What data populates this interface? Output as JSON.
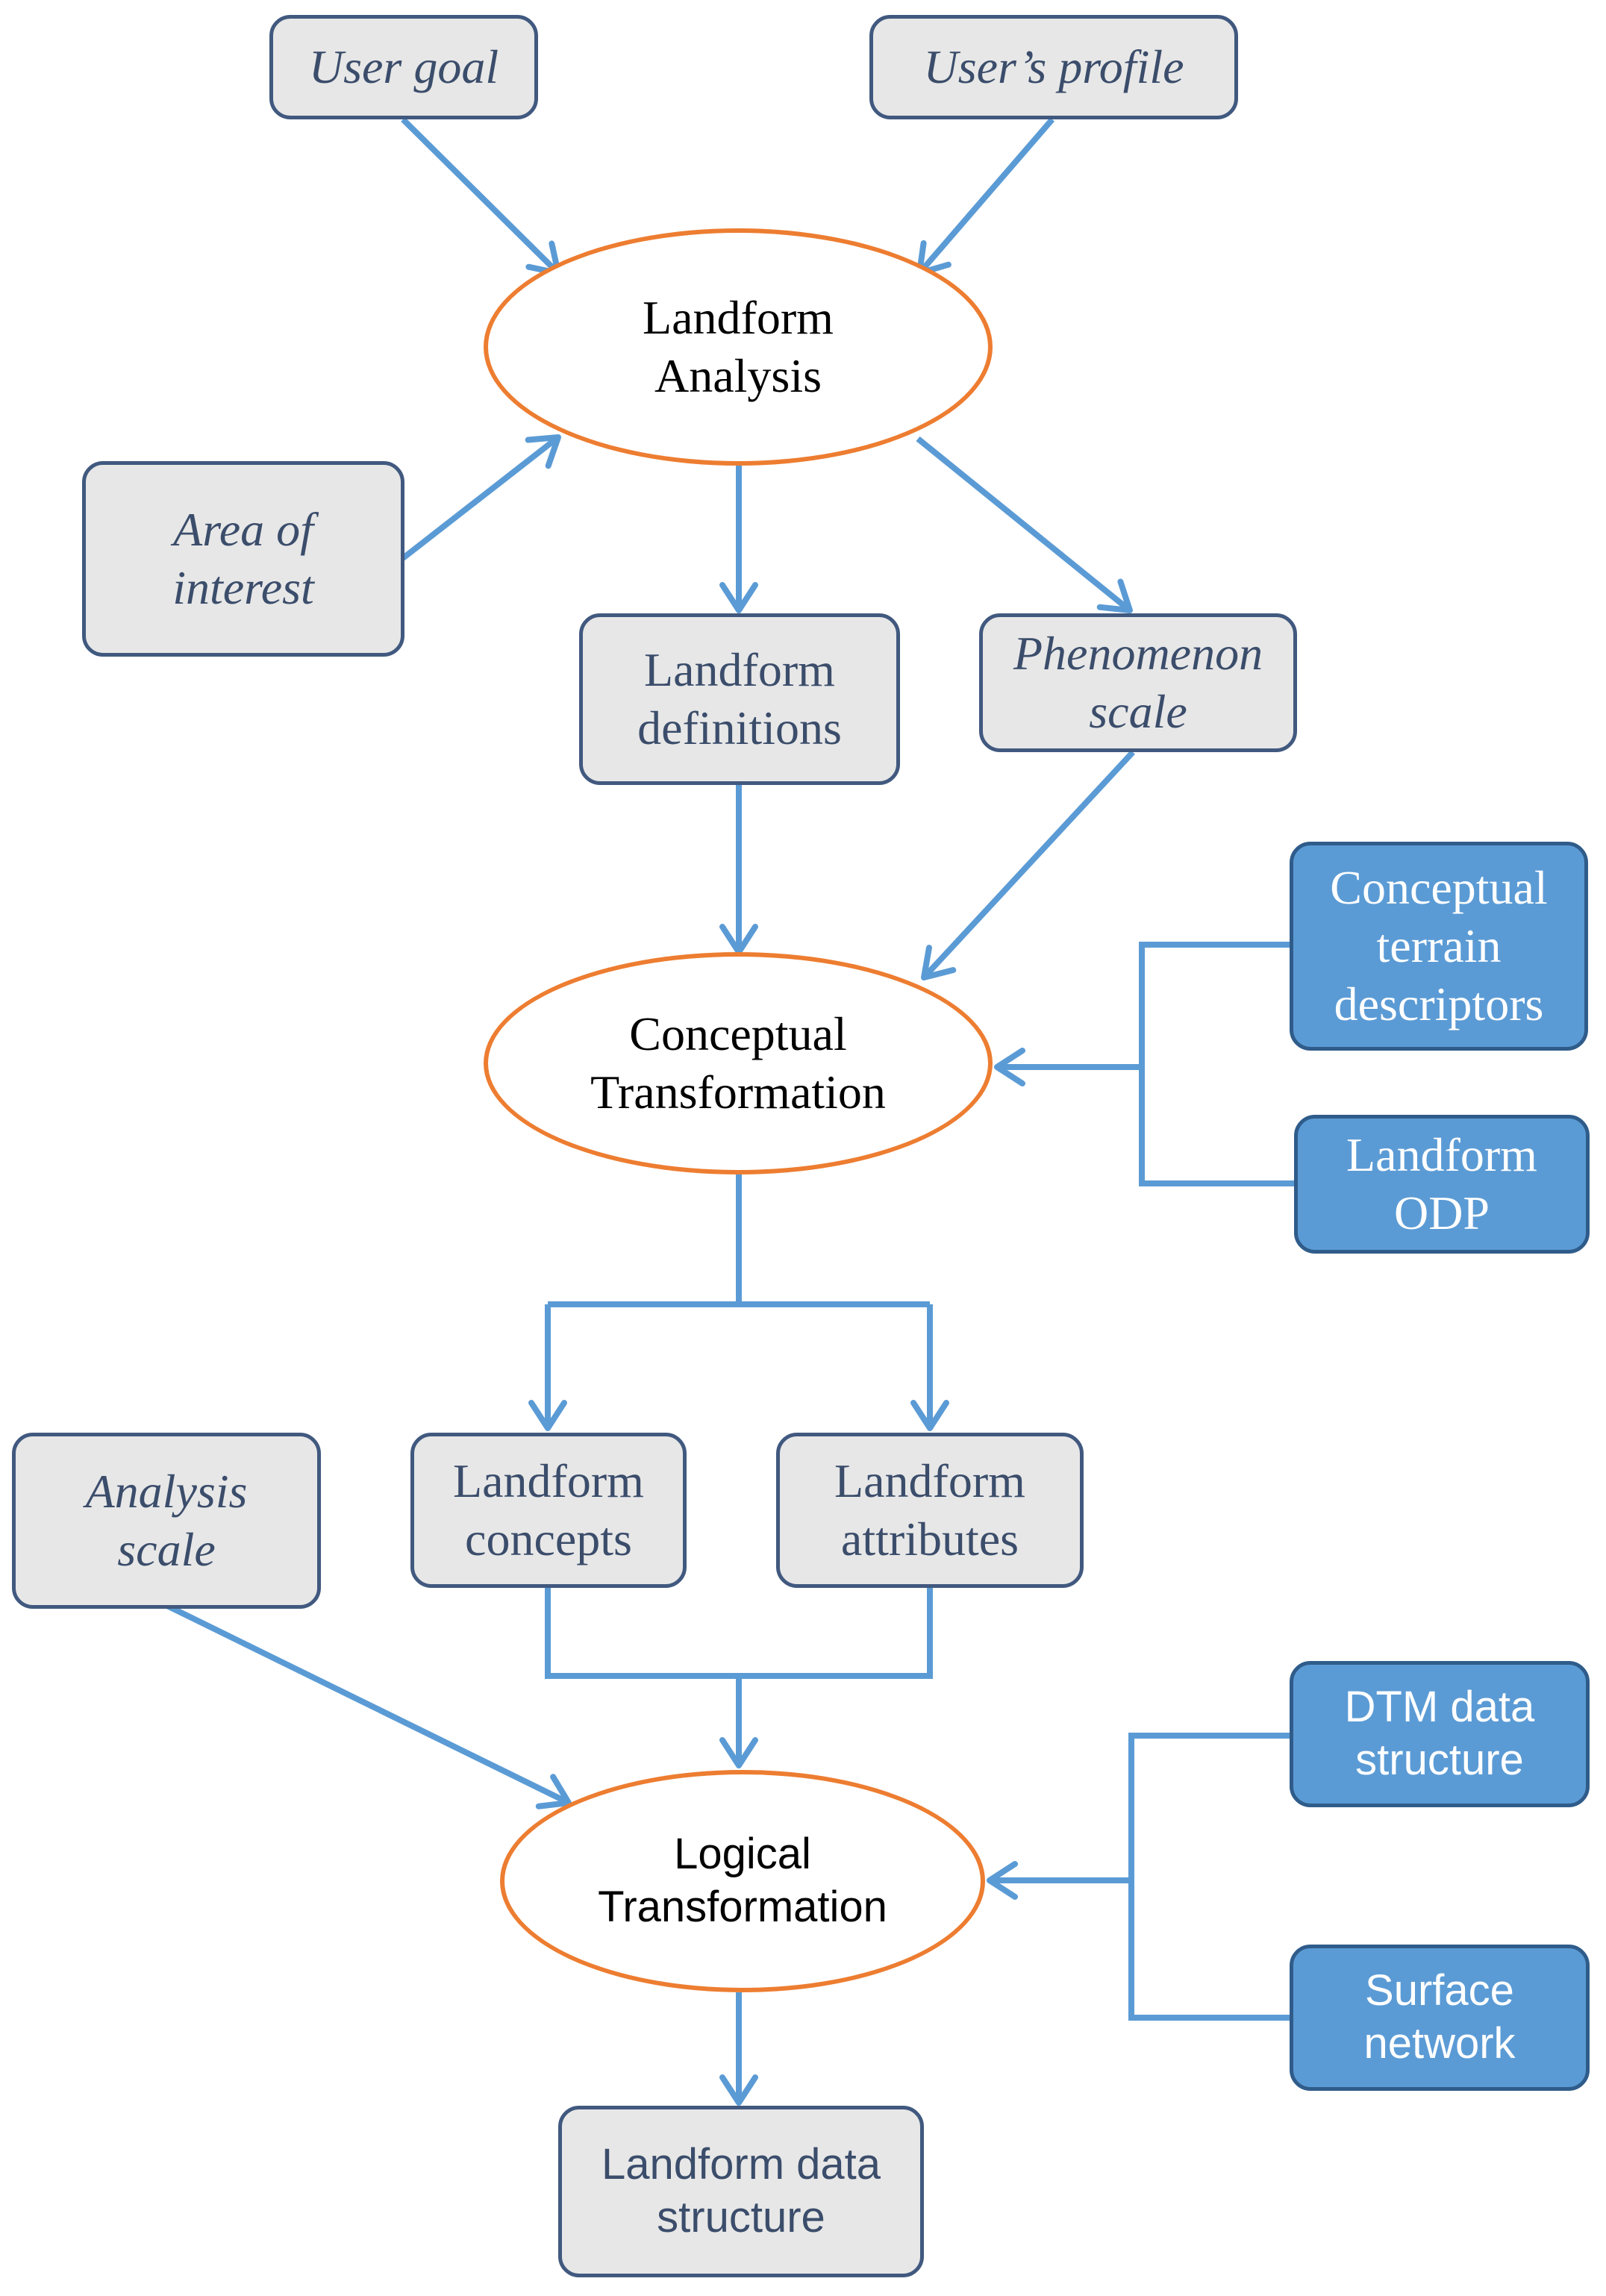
{
  "nodes": {
    "user_goal": [
      "User goal"
    ],
    "user_profile": [
      "User’s profile"
    ],
    "landform_analysis": [
      "Landform",
      "Analysis"
    ],
    "area_of_interest": [
      "Area of",
      "interest"
    ],
    "landform_definitions": [
      "Landform",
      "definitions"
    ],
    "phenomenon_scale": [
      "Phenomenon",
      "scale"
    ],
    "conceptual_terrain_descriptors": [
      "Conceptual",
      "terrain",
      "descriptors"
    ],
    "conceptual_transformation": [
      "Conceptual",
      "Transformation"
    ],
    "landform_odp": [
      "Landform",
      "ODP"
    ],
    "analysis_scale": [
      "Analysis",
      "scale"
    ],
    "landform_concepts": [
      "Landform",
      "concepts"
    ],
    "landform_attributes": [
      "Landform",
      "attributes"
    ],
    "dtm_data_structure": [
      "DTM data",
      "structure"
    ],
    "logical_transformation": [
      "Logical",
      "Transformation"
    ],
    "surface_network": [
      "Surface",
      "network"
    ],
    "landform_data_structure": [
      "Landform data",
      "structure"
    ]
  },
  "colors": {
    "arrow": "#5b9bd5",
    "ellipse_border": "#ed7d31",
    "input_box_fill": "#e7e7e7",
    "input_box_border": "#41597f",
    "resource_box_fill": "#5b9bd5"
  }
}
